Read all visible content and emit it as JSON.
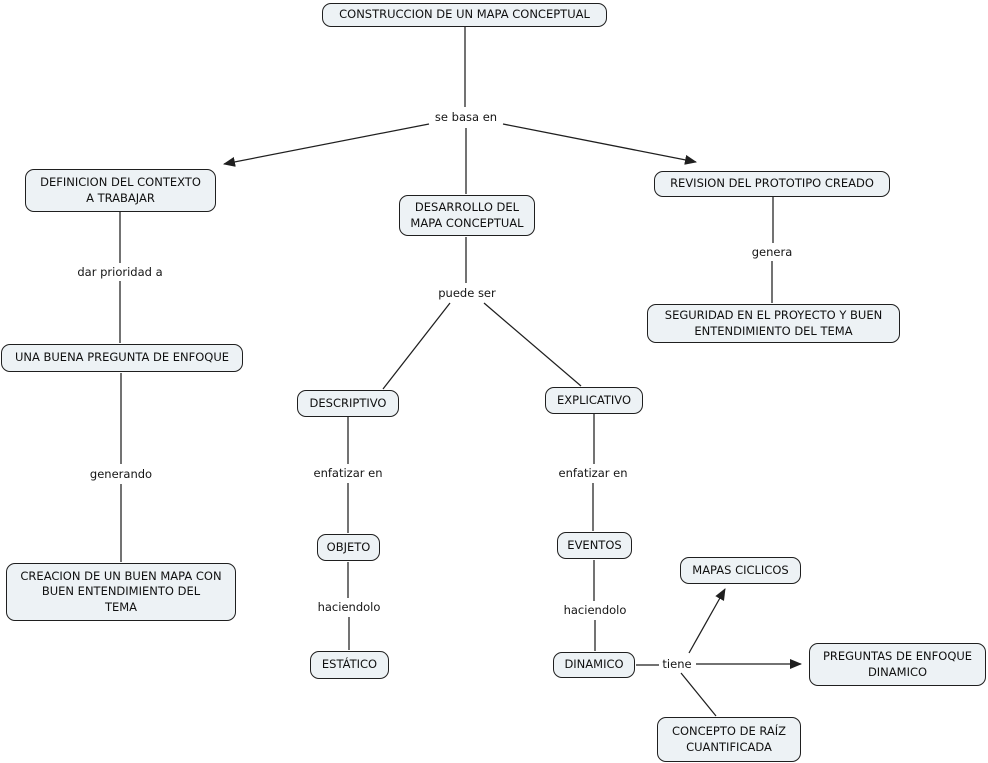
{
  "diagram": {
    "title": "CONSTRUCCION DE UN MAPA CONCEPTUAL",
    "colors": {
      "background": "#ffffff",
      "node_fill": "#edf2f5",
      "node_border": "#1f1f1f",
      "line": "#1f1f1f",
      "text": "#101010"
    },
    "nodes": {
      "construccion": {
        "label": "CONSTRUCCION DE UN MAPA CONCEPTUAL"
      },
      "definicion": {
        "label": "DEFINICION DEL CONTEXTO\nA TRABAJAR"
      },
      "desarrollo": {
        "label": "DESARROLLO DEL\nMAPA CONCEPTUAL"
      },
      "revision": {
        "label": "REVISION DEL PROTOTIPO CREADO"
      },
      "una_buena_pregunta": {
        "label": "UNA BUENA PREGUNTA DE ENFOQUE"
      },
      "creacion": {
        "label": "CREACION DE UN BUEN MAPA CON\nBUEN ENTENDIMIENTO DEL\nTEMA"
      },
      "descriptivo": {
        "label": "DESCRIPTIVO"
      },
      "explicativo": {
        "label": "EXPLICATIVO"
      },
      "objeto": {
        "label": "OBJETO"
      },
      "eventos": {
        "label": "EVENTOS"
      },
      "estatico": {
        "label": "ESTÁTICO"
      },
      "dinamico": {
        "label": "DINAMICO"
      },
      "mapas_ciclicos": {
        "label": "MAPAS CICLICOS"
      },
      "preguntas_enfoque": {
        "label": "PREGUNTAS DE ENFOQUE\nDINAMICO"
      },
      "concepto_raiz": {
        "label": "CONCEPTO DE RAÍZ\nCUANTIFICADA"
      },
      "seguridad": {
        "label": "SEGURIDAD EN EL PROYECTO Y BUEN\nENTENDIMIENTO DEL TEMA"
      }
    },
    "link_labels": {
      "se_basa_en": "se basa en",
      "dar_prioridad": "dar prioridad a",
      "generando": "generando",
      "puede_ser": "puede ser",
      "enfatizar_izq": "enfatizar en",
      "enfatizar_der": "enfatizar en",
      "haciendolo_izq": "haciendolo",
      "haciendolo_der": "haciendolo",
      "tiene": "tiene",
      "genera": "genera"
    },
    "edges": [
      {
        "from": "CONSTRUCCION DE UN MAPA CONCEPTUAL",
        "label": "se basa en",
        "to": "DEFINICION DEL CONTEXTO A TRABAJAR",
        "arrow": true
      },
      {
        "from": "CONSTRUCCION DE UN MAPA CONCEPTUAL",
        "label": "se basa en",
        "to": "DESARROLLO DEL MAPA CONCEPTUAL",
        "arrow": false
      },
      {
        "from": "CONSTRUCCION DE UN MAPA CONCEPTUAL",
        "label": "se basa en",
        "to": "REVISION DEL PROTOTIPO CREADO",
        "arrow": true
      },
      {
        "from": "DEFINICION DEL CONTEXTO A TRABAJAR",
        "label": "dar prioridad a",
        "to": "UNA BUENA PREGUNTA DE ENFOQUE",
        "arrow": false
      },
      {
        "from": "UNA BUENA PREGUNTA DE ENFOQUE",
        "label": "generando",
        "to": "CREACION DE UN BUEN MAPA CON BUEN ENTENDIMIENTO DEL TEMA",
        "arrow": false
      },
      {
        "from": "DESARROLLO DEL MAPA CONCEPTUAL",
        "label": "puede ser",
        "to": "DESCRIPTIVO",
        "arrow": false
      },
      {
        "from": "DESARROLLO DEL MAPA CONCEPTUAL",
        "label": "puede ser",
        "to": "EXPLICATIVO",
        "arrow": false
      },
      {
        "from": "DESCRIPTIVO",
        "label": "enfatizar en",
        "to": "OBJETO",
        "arrow": false
      },
      {
        "from": "OBJETO",
        "label": "haciendolo",
        "to": "ESTÁTICO",
        "arrow": false
      },
      {
        "from": "EXPLICATIVO",
        "label": "enfatizar en",
        "to": "EVENTOS",
        "arrow": false
      },
      {
        "from": "EVENTOS",
        "label": "haciendolo",
        "to": "DINAMICO",
        "arrow": false
      },
      {
        "from": "DINAMICO",
        "label": "tiene",
        "to": "MAPAS CICLICOS",
        "arrow": true
      },
      {
        "from": "DINAMICO",
        "label": "tiene",
        "to": "PREGUNTAS DE ENFOQUE DINAMICO",
        "arrow": true
      },
      {
        "from": "DINAMICO",
        "label": "tiene",
        "to": "CONCEPTO DE RAÍZ CUANTIFICADA",
        "arrow": false
      },
      {
        "from": "REVISION DEL PROTOTIPO CREADO",
        "label": "genera",
        "to": "SEGURIDAD EN EL PROYECTO Y BUEN ENTENDIMIENTO DEL TEMA",
        "arrow": false
      }
    ]
  }
}
